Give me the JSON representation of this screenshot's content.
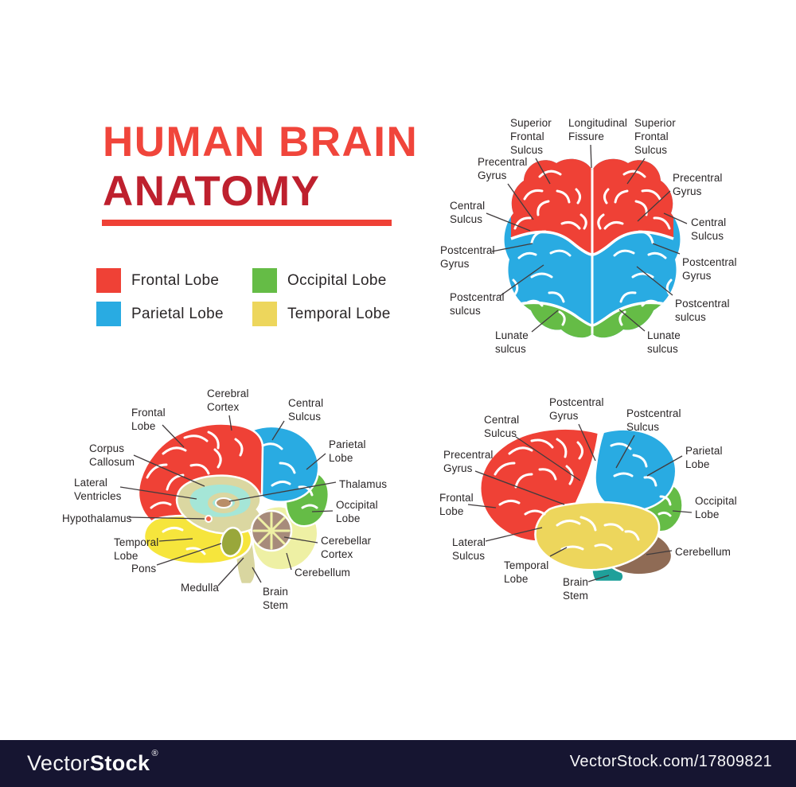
{
  "title": {
    "line1": "HUMAN BRAIN",
    "line2": "ANATOMY"
  },
  "legend": {
    "items": [
      {
        "id": "frontal",
        "label": "Frontal Lobe",
        "color": "#EF4136"
      },
      {
        "id": "parietal",
        "label": "Parietal Lobe",
        "color": "#29ABE2"
      },
      {
        "id": "occipital",
        "label": "Occipital Lobe",
        "color": "#65BC46"
      },
      {
        "id": "temporal",
        "label": "Temporal Lobe",
        "color": "#EDD65C"
      }
    ]
  },
  "diagrams": {
    "top_view": {
      "labels": {
        "sfs_left": "Superior\nFrontal\nSulcus",
        "longitudinal_fissure": "Longitudinal\nFissure",
        "sfs_right": "Superior\nFrontal\nSulcus",
        "precentral_gyrus_left": "Precentral\nGyrus",
        "precentral_gyrus_right": "Precentral\nGyrus",
        "central_sulcus_left": "Central\nSulcus",
        "central_sulcus_right": "Central\nSulcus",
        "postcentral_gyrus_left": "Postcentral\nGyrus",
        "postcentral_gyrus_right": "Postcentral\nGyrus",
        "postcentral_sulcus_left": "Postcentral\nsulcus",
        "postcentral_sulcus_right": "Postcentral\nsulcus",
        "lunate_sulcus_left": "Lunate\nsulcus",
        "lunate_sulcus_right": "Lunate\nsulcus"
      }
    },
    "sagittal_view": {
      "labels": {
        "frontal_lobe": "Frontal\nLobe",
        "cerebral_cortex": "Cerebral\nCortex",
        "central_sulcus": "Central\nSulcus",
        "corpus_callosum": "Corpus\nCallosum",
        "parietal_lobe": "Parietal\nLobe",
        "lateral_ventricles": "Lateral\nVentricles",
        "thalamus": "Thalamus",
        "hypothalamus": "Hypothalamus",
        "occipital_lobe": "Occipital\nLobe",
        "temporal_lobe": "Temporal\nLobe",
        "cerebellar_cortex": "Cerebellar\nCortex",
        "pons": "Pons",
        "cerebellum": "Cerebellum",
        "medulla": "Medulla",
        "brain_stem": "Brain\nStem"
      }
    },
    "side_view": {
      "labels": {
        "postcentral_gyrus": "Postcentral\nGyrus",
        "postcentral_sulcus": "Postcentral\nSulcus",
        "central_sulcus": "Central\nSulcus",
        "precentral_gyrus": "Precentral\nGyrus",
        "parietal_lobe": "Parietal\nLobe",
        "frontal_lobe": "Frontal\nLobe",
        "occipital_lobe": "Occipital\nLobe",
        "lateral_sulcus": "Lateral\nSulcus",
        "cerebellum": "Cerebellum",
        "temporal_lobe": "Temporal\nLobe",
        "brain_stem": "Brain\nStem"
      }
    }
  },
  "watermark": {
    "brand_light": "Vector",
    "brand_bold": "Stock",
    "registered": "®",
    "site_ref": "VectorStock.com/17809821"
  },
  "colors": {
    "title_primary": "#F0453B",
    "title_secondary": "#BE202E",
    "underline": "#EF4136",
    "label_text": "#2A2627",
    "leader_line": "#413C3E",
    "frontal": "#EF4136",
    "parietal": "#29ABE2",
    "occipital": "#65BC46",
    "temporal": "#EDD65C",
    "temporal_bright": "#F6E53C",
    "cerebellum_pale": "#EEF0A4",
    "cerebellum_brown": "#8F6B55",
    "cerebellar_cortex_brown": "#A78B7B",
    "thalamus_brown": "#B98E67",
    "inner_khaki": "#DBD7A1",
    "ventricles_teal": "#A5E6D7",
    "pons_olive": "#99A73B",
    "brainstem_khaki": "#D9D6A0",
    "brainstem_teal": "#1FA09A",
    "hypothalamus_orange": "#F0644C",
    "watermark_bar": "#161531"
  }
}
